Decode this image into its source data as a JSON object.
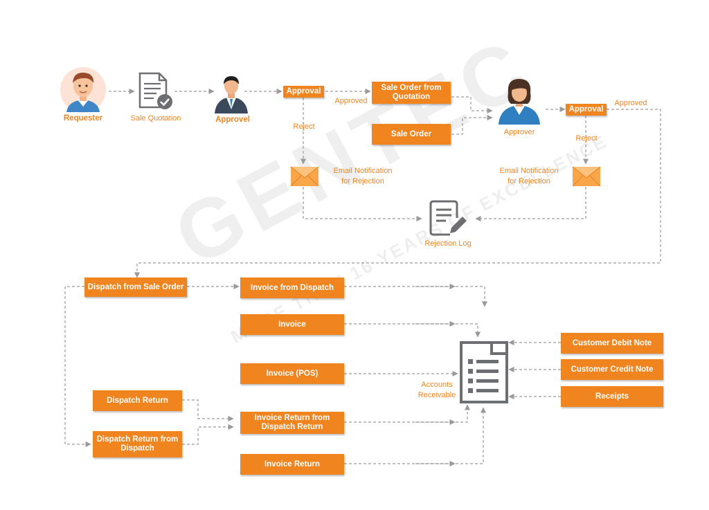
{
  "colors": {
    "accent": "#f0841f",
    "connector": "#9a9a9a",
    "icon_gray": "#6d6e71"
  },
  "actors": {
    "requester": "Requester",
    "sale_quotation": "Sale Quotation",
    "approvel": "Approvel",
    "approver": "Approver",
    "rejection_log": "Rejection Log",
    "accounts_receivable_1": "Accounts",
    "accounts_receivable_2": "Receivable"
  },
  "boxes": {
    "approval_1": "Approval",
    "sale_order_from_quotation": "Sale Order from Quotation",
    "sale_order": "Sale Order",
    "approval_2": "Approval",
    "dispatch_from_sale_order": "Dispatch from Sale Order",
    "invoice_from_dispatch": "Invoice from Dispatch",
    "invoice": "Invoice",
    "invoice_pos": "Invoice (POS)",
    "dispatch_return": "Dispatch Return",
    "dispatch_return_from_dispatch": "Dispatch Return from Dispatch",
    "invoice_return_from_dispatch_return": "Invoice Return from Dispatch Return",
    "invoice_return": "Invoice Return",
    "customer_debit_note": "Customer Debit Note",
    "customer_credit_note": "Customer Credit Note",
    "receipts": "Receipts"
  },
  "edge_labels": {
    "approved_1": "Approved",
    "reject_1": "Reject",
    "approved_2": "Approved",
    "reject_2": "Reject",
    "email_left_1": "Email Notification",
    "email_left_2": "for Rejection",
    "email_right_1": "Email Notification",
    "email_right_2": "for Rejection"
  },
  "watermark": {
    "main": "GENTEC",
    "sub": "MORE THAN 16 YEARS OF EXCELLENCE"
  }
}
